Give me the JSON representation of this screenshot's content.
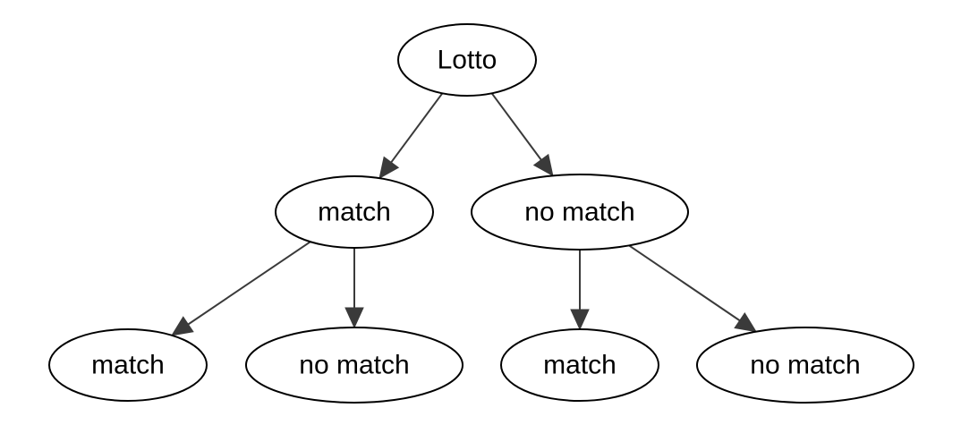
{
  "diagram": {
    "type": "tree",
    "colors": {
      "node_fill": "#ffffff",
      "node_stroke": "#000000",
      "edge": "#3a3a3a",
      "background": "#ffffff"
    },
    "nodes": [
      {
        "id": "root",
        "label": "Lotto"
      },
      {
        "id": "l1_match",
        "label": "match"
      },
      {
        "id": "l1_nomatch",
        "label": "no match"
      },
      {
        "id": "l2_match_match",
        "label": "match"
      },
      {
        "id": "l2_match_nomatch",
        "label": "no match"
      },
      {
        "id": "l2_nomatch_match",
        "label": "match"
      },
      {
        "id": "l2_nomatch_nomatch",
        "label": "no match"
      }
    ],
    "edges": [
      {
        "from": "root",
        "to": "l1_match"
      },
      {
        "from": "root",
        "to": "l1_nomatch"
      },
      {
        "from": "l1_match",
        "to": "l2_match_match"
      },
      {
        "from": "l1_match",
        "to": "l2_match_nomatch"
      },
      {
        "from": "l1_nomatch",
        "to": "l2_nomatch_match"
      },
      {
        "from": "l1_nomatch",
        "to": "l2_nomatch_nomatch"
      }
    ]
  }
}
